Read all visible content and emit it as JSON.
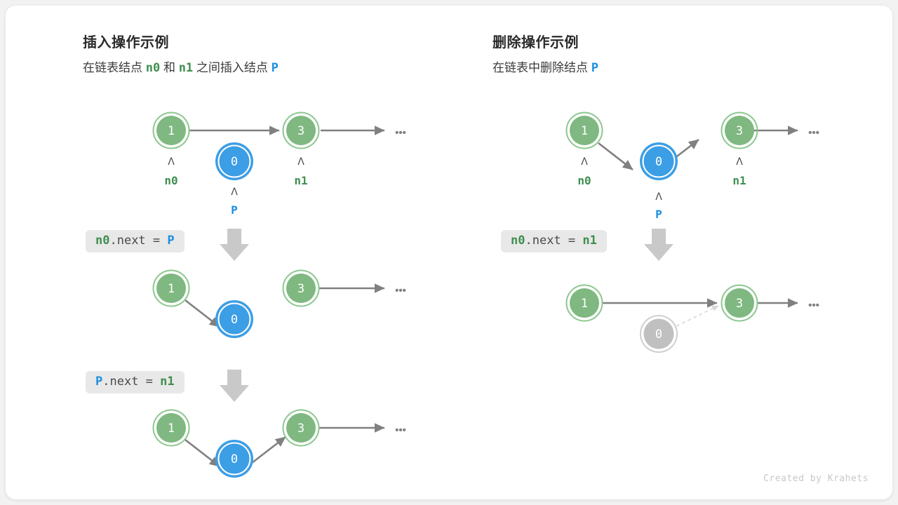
{
  "theme": {
    "page_bg": "#f2f2f2",
    "card_bg": "#ffffff",
    "node_green_fill": "#7fb881",
    "node_green_ring": "#8cc78e",
    "node_blue_fill": "#3c9ee5",
    "node_blue_ring": "#3c9ee5",
    "node_gray_fill": "#c0c0c0",
    "node_gray_ring": "#cfcfcf",
    "arrow_color": "#808080",
    "dashed_arrow_color": "#d8d8d8",
    "code_badge_bg": "#e8e8e8",
    "label_green": "#3f8f4f",
    "label_blue": "#1a8fe0",
    "text_dark": "#2b2b2b"
  },
  "left_panel": {
    "title": "插入操作示例",
    "subtitle": {
      "part1": "在链表结点",
      "ref1": "n0",
      "part2": "和",
      "ref2": "n1",
      "part3": "之间插入结点",
      "ref3": "P"
    },
    "steps": [
      {
        "code": {
          "target": "n0",
          "middle": ".next = ",
          "value": "P"
        },
        "arrow_glyph": "⬇"
      },
      {
        "code": {
          "target": "P",
          "middle": ".next = ",
          "value": "n1"
        },
        "arrow_glyph": "⬇"
      }
    ],
    "rows": [
      {
        "name": "before",
        "nodes": [
          {
            "value": "1",
            "kind": "green",
            "pointer": "n0",
            "pointer_color": "green"
          },
          {
            "value": "0",
            "kind": "blue",
            "pointer": "P",
            "pointer_color": "blue"
          },
          {
            "value": "3",
            "kind": "green",
            "pointer": "n1",
            "pointer_color": "green"
          }
        ],
        "ellipsis": "•••"
      },
      {
        "name": "after-step-1",
        "nodes": [
          {
            "value": "1",
            "kind": "green"
          },
          {
            "value": "0",
            "kind": "blue"
          },
          {
            "value": "3",
            "kind": "green"
          }
        ],
        "ellipsis": "•••"
      },
      {
        "name": "after-step-2",
        "nodes": [
          {
            "value": "1",
            "kind": "green"
          },
          {
            "value": "0",
            "kind": "blue"
          },
          {
            "value": "3",
            "kind": "green"
          }
        ],
        "ellipsis": "•••"
      }
    ]
  },
  "right_panel": {
    "title": "删除操作示例",
    "subtitle": {
      "part1": "在链表中删除结点",
      "ref1": "P"
    },
    "steps": [
      {
        "code": {
          "target": "n0",
          "middle": ".next = ",
          "value": "n1"
        },
        "arrow_glyph": "⬇"
      }
    ],
    "rows": [
      {
        "name": "before",
        "nodes": [
          {
            "value": "1",
            "kind": "green",
            "pointer": "n0",
            "pointer_color": "green"
          },
          {
            "value": "0",
            "kind": "blue",
            "pointer": "P",
            "pointer_color": "blue"
          },
          {
            "value": "3",
            "kind": "green",
            "pointer": "n1",
            "pointer_color": "green"
          }
        ],
        "ellipsis": "•••"
      },
      {
        "name": "after",
        "nodes": [
          {
            "value": "1",
            "kind": "green"
          },
          {
            "value": "0",
            "kind": "gray"
          },
          {
            "value": "3",
            "kind": "green"
          }
        ],
        "ellipsis": "•••"
      }
    ]
  },
  "credit": "Created by Krahets"
}
